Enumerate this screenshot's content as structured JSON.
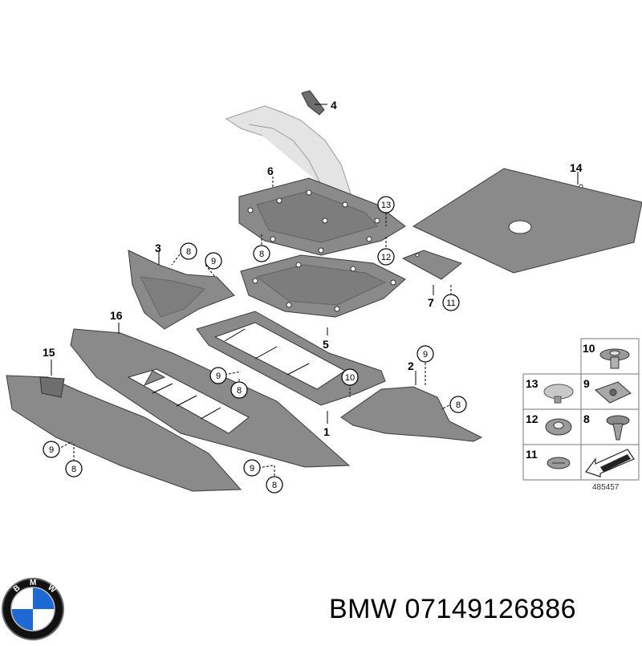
{
  "callouts": {
    "n1": "1",
    "n2": "2",
    "n3": "3",
    "n4": "4",
    "n5": "5",
    "n6": "6",
    "n7": "7",
    "n8": "8",
    "n9": "9",
    "n10": "10",
    "n11": "11",
    "n12": "12",
    "n13": "13",
    "n14": "14",
    "n15": "15",
    "n16": "16"
  },
  "legend": {
    "r1": {
      "left": "10"
    },
    "r2": {
      "left": "13",
      "right": "9"
    },
    "r3": {
      "left": "12",
      "right": "8"
    },
    "r4": {
      "left": "11"
    }
  },
  "diagram_number": "485457",
  "brand_caption": "BMW 07149126886",
  "logo": {
    "text": "BMW",
    "colors": {
      "blue": "#1c69d4",
      "black": "#111111",
      "white": "#ffffff"
    }
  }
}
